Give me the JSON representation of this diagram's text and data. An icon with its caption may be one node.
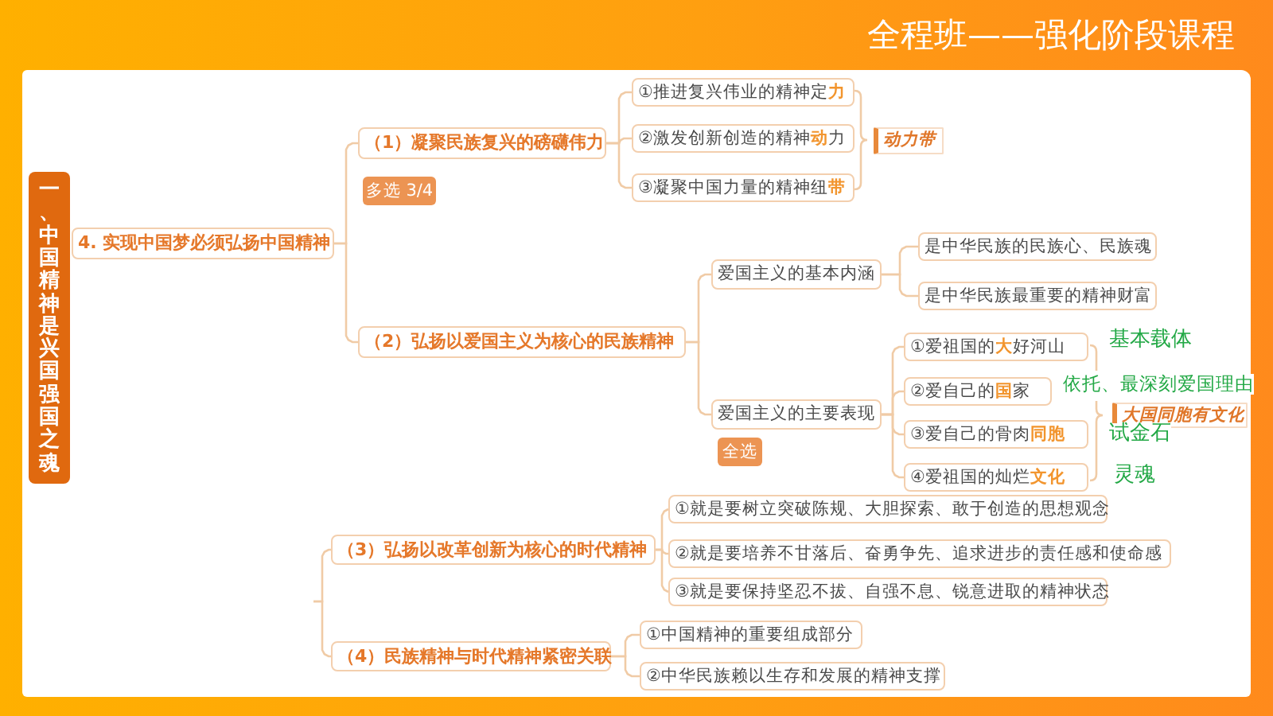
{
  "diagram": {
    "title": "全程班——强化阶段课程",
    "nodes": [
      {
        "text": [
          "一、中国精神是兴国强国之魂"
        ]
      },
      {
        "text": [
          "4. 实现中国梦必须弘扬中国精神"
        ]
      },
      {
        "text": [
          "（1）凝聚民族复兴的磅礴伟力"
        ]
      },
      {
        "text": [
          "多选 3/4"
        ]
      },
      {
        "text": [
          "①推进复兴伟业的精神定**力**"
        ]
      },
      {
        "text": [
          "②激发创新创造的精神**动**力"
        ]
      },
      {
        "text": [
          "③凝聚中国力量的精神纽**带**"
        ]
      },
      {
        "text": [
          "动力带"
        ]
      },
      {
        "text": [
          "（2）弘扬以爱国主义为核心的民族精神"
        ]
      },
      {
        "text": [
          "爱国主义的基本内涵"
        ]
      },
      {
        "text": [
          "是中华民族的民族心、民族魂"
        ]
      },
      {
        "text": [
          "是中华民族最重要的精神财富"
        ]
      },
      {
        "text": [
          "爱国主义的主要表现"
        ]
      },
      {
        "text": [
          "全选"
        ]
      },
      {
        "text": [
          "①爱祖国的**大**好河山"
        ],
        "beside": [
          "基本载体"
        ]
      },
      {
        "text": [
          "②爱自己的**国**家"
        ],
        "beside": [
          "依托、最深刻爱国理由"
        ]
      },
      {
        "text": [
          "③爱自己的骨肉**同胞**"
        ]
      },
      {
        "text": [
          "④爱祖国的灿烂**文化**"
        ]
      },
      {
        "text": [
          "大国同胞有文化"
        ]
      },
      {
        "text": [
          "（3）弘扬以改革创新为核心的时代精神"
        ]
      },
      {
        "text": [
          "①就是要树立突破陈规、大胆探索、敢于创造的思想观念"
        ]
      },
      {
        "text": [
          "②就是要培养不甘落后、奋勇争先、追求进步的责任感和使命感"
        ]
      },
      {
        "text": [
          "③就是要保持坚忍不拔、自强不息、锐意进取的精神状态"
        ]
      },
      {
        "text": [
          "（4）民族精神与时代精神紧密关联"
        ]
      },
      {
        "text": [
          "①中国精神的重要组成部分"
        ]
      },
      {
        "text": [
          "②中华民族赖以生存和发展的精神支撑"
        ]
      }
    ],
    "edges": [
      {
        "from": 1,
        "to": 2,
        "arrow": "none"
      },
      {
        "from": 1,
        "to": 8,
        "arrow": "none"
      },
      {
        "from": 2,
        "to": 4,
        "arrow": "none"
      },
      {
        "from": 2,
        "to": 5,
        "arrow": "none"
      },
      {
        "from": 2,
        "to": 6,
        "arrow": "none"
      },
      {
        "from": 8,
        "to": 9,
        "arrow": "none"
      },
      {
        "from": 8,
        "to": 12,
        "arrow": "none"
      },
      {
        "from": 9,
        "to": 10,
        "arrow": "none"
      },
      {
        "from": 9,
        "to": 11,
        "arrow": "none"
      },
      {
        "from": 12,
        "to": 14,
        "arrow": "none"
      },
      {
        "from": 12,
        "to": 15,
        "arrow": "none"
      },
      {
        "from": 12,
        "to": 16,
        "arrow": "none"
      },
      {
        "from": 12,
        "to": 17,
        "arrow": "none"
      },
      {
        "from": null,
        "to": 19,
        "arrow": "none"
      },
      {
        "from": null,
        "to": 23,
        "arrow": "none"
      },
      {
        "from": 19,
        "to": 20,
        "arrow": "none"
      },
      {
        "from": 19,
        "to": 21,
        "arrow": "none"
      },
      {
        "from": 19,
        "to": 22,
        "arrow": "none"
      },
      {
        "from": 23,
        "to": 24,
        "arrow": "none"
      },
      {
        "from": 23,
        "to": 25,
        "arrow": "none"
      }
    ],
    "labels": [
      "试金石",
      "灵魂"
    ]
  }
}
